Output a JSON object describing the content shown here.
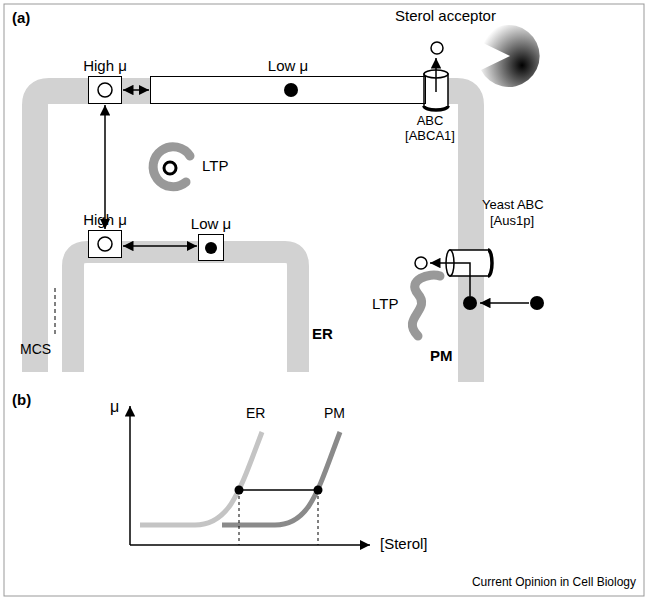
{
  "diagram": {
    "nodes": [
      {
        "text": [
          "High μ"
        ]
      },
      {
        "text": [
          "Low μ"
        ]
      },
      {
        "text": [
          "High μ"
        ]
      },
      {
        "text": [
          "Low μ"
        ]
      }
    ],
    "edges": [
      {
        "from": 0,
        "to": 1,
        "arrow": "both"
      },
      {
        "from": 0,
        "to": 2,
        "arrow": "both"
      },
      {
        "from": 2,
        "to": 3,
        "arrow": "both"
      }
    ],
    "labels": [
      "(a)",
      "Sterol acceptor",
      "ABC",
      "[ABCA1]",
      "LTP",
      "Yeast ABC",
      "[Aus1p]",
      "LTP",
      "MCS",
      "ER",
      "PM",
      "(b)",
      "μ",
      "ER",
      "PM",
      "[Sterol]",
      "Current Opinion in Cell Biology"
    ]
  }
}
